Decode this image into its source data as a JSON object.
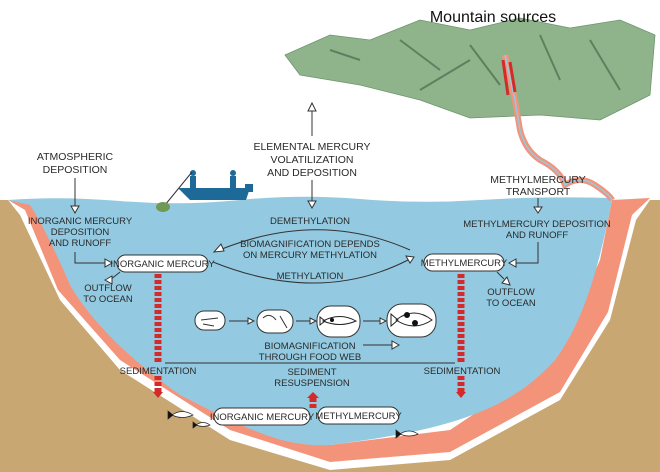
{
  "title": "Mountain sources",
  "labels": {
    "elemental": [
      "ELEMENTAL MERCURY",
      "VOLATILIZATION",
      "AND DEPOSITION"
    ],
    "atmospheric": [
      "ATMOSPHERIC",
      "DEPOSITION"
    ],
    "inorganic_runoff": [
      "INORGANIC MERCURY",
      "DEPOSITION",
      "AND RUNOFF"
    ],
    "methyl_transport": [
      "METHYLMERCURY",
      "TRANSPORT"
    ],
    "methyl_runoff": [
      "METHYLMERCURY DEPOSITION",
      "AND RUNOFF"
    ],
    "outflow_left": [
      "OUTFLOW",
      "TO OCEAN"
    ],
    "outflow_right": [
      "OUTFLOW",
      "TO OCEAN"
    ],
    "demethylation": "DEMETHYLATION",
    "biomag_depends": [
      "BIOMAGNIFICATION DEPENDS",
      "ON MERCURY METHYLATION"
    ],
    "methylation": "METHYLATION",
    "biomag_foodweb": [
      "BIOMAGNIFICATION",
      "THROUGH FOOD WEB"
    ],
    "sedimentation_left": "SEDIMENTATION",
    "sedimentation_right": "SEDIMENTATION",
    "resuspension": [
      "SEDIMENT",
      "RESUSPENSION"
    ]
  },
  "nodes": {
    "inorganic_water": "INORGANIC MERCURY",
    "methyl_water": "METHYLMERCURY",
    "inorganic_sediment": "INORGANIC MERCURY",
    "methyl_sediment": "METHYLMERCURY"
  },
  "colors": {
    "water": "#93cae1",
    "shore": "#f3947a",
    "sand": "#c9a772",
    "boat": "#1d6a98",
    "sediment_arrow": "#d42a2a",
    "land": "#8fb38a"
  }
}
